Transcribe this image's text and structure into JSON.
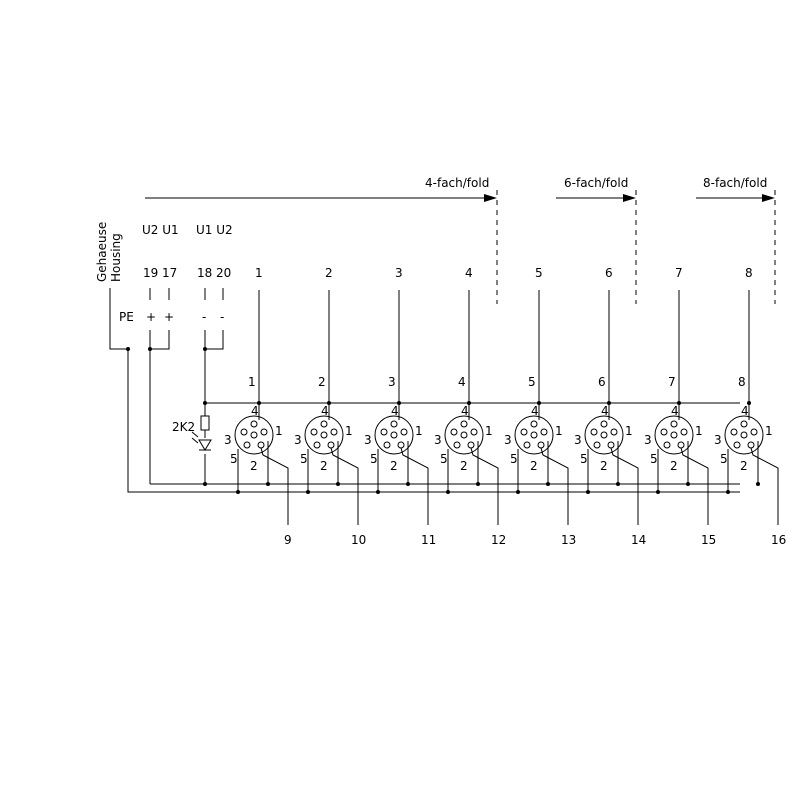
{
  "headers": {
    "four_fold": "4-fach/fold",
    "six_fold": "6-fach/fold",
    "eight_fold": "8-fach/fold"
  },
  "housing": {
    "line1": "Gehaeuse",
    "line2": "Housing"
  },
  "supply": {
    "group_left": "U2 U1",
    "group_right": "U1 U2",
    "terminals": [
      "19",
      "17",
      "18",
      "20"
    ],
    "pe_label": "PE",
    "polarity": [
      "+",
      "+",
      "-",
      "-"
    ]
  },
  "led_label": "2K2",
  "top_terminals": [
    "1",
    "2",
    "3",
    "4",
    "5",
    "6",
    "7",
    "8"
  ],
  "connector_labels": [
    "1",
    "2",
    "3",
    "4",
    "5",
    "6",
    "7",
    "8"
  ],
  "bottom_terminals": [
    "9",
    "10",
    "11",
    "12",
    "13",
    "14",
    "15",
    "16"
  ],
  "pin_labels": {
    "p1": "1",
    "p2": "2",
    "p3": "3",
    "p4": "4",
    "p5": "5"
  }
}
